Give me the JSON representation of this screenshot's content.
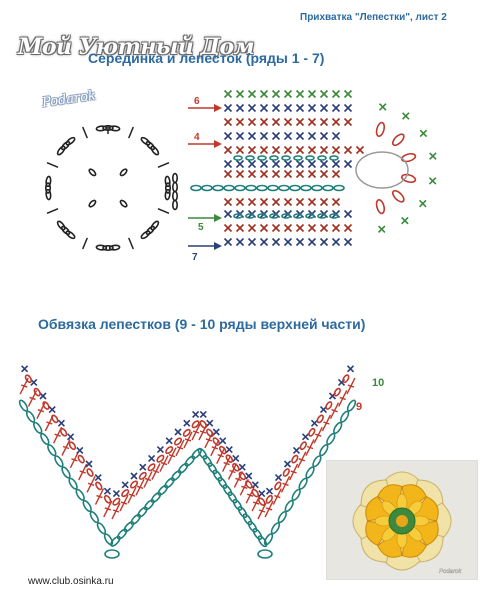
{
  "header": {
    "watermark": "Мой Уютный Дом",
    "sheet_title": "Прихватка \"Лепестки\",  лист 2",
    "signature": "Podarok"
  },
  "sections": {
    "top_title": "Серединка и лепесток (ряды 1 - 7)",
    "bottom_title": "Обвязка лепестков (9 - 10 ряды верхней части)"
  },
  "row_labels": {
    "r6": "6",
    "r4": "4",
    "r5": "5",
    "r7": "7",
    "r10": "10",
    "r9": "9"
  },
  "photo": {
    "caption": "Podarok"
  },
  "footer": {
    "url": "www.club.osinka.ru"
  },
  "colors": {
    "title_blue": "#2c6aa0",
    "teal_chain": "#1f7f7a",
    "red": "#c0392b",
    "dark_red": "#a03020",
    "navy_x": "#2b3f7a",
    "green_x": "#3a8a3a",
    "black": "#222222"
  }
}
